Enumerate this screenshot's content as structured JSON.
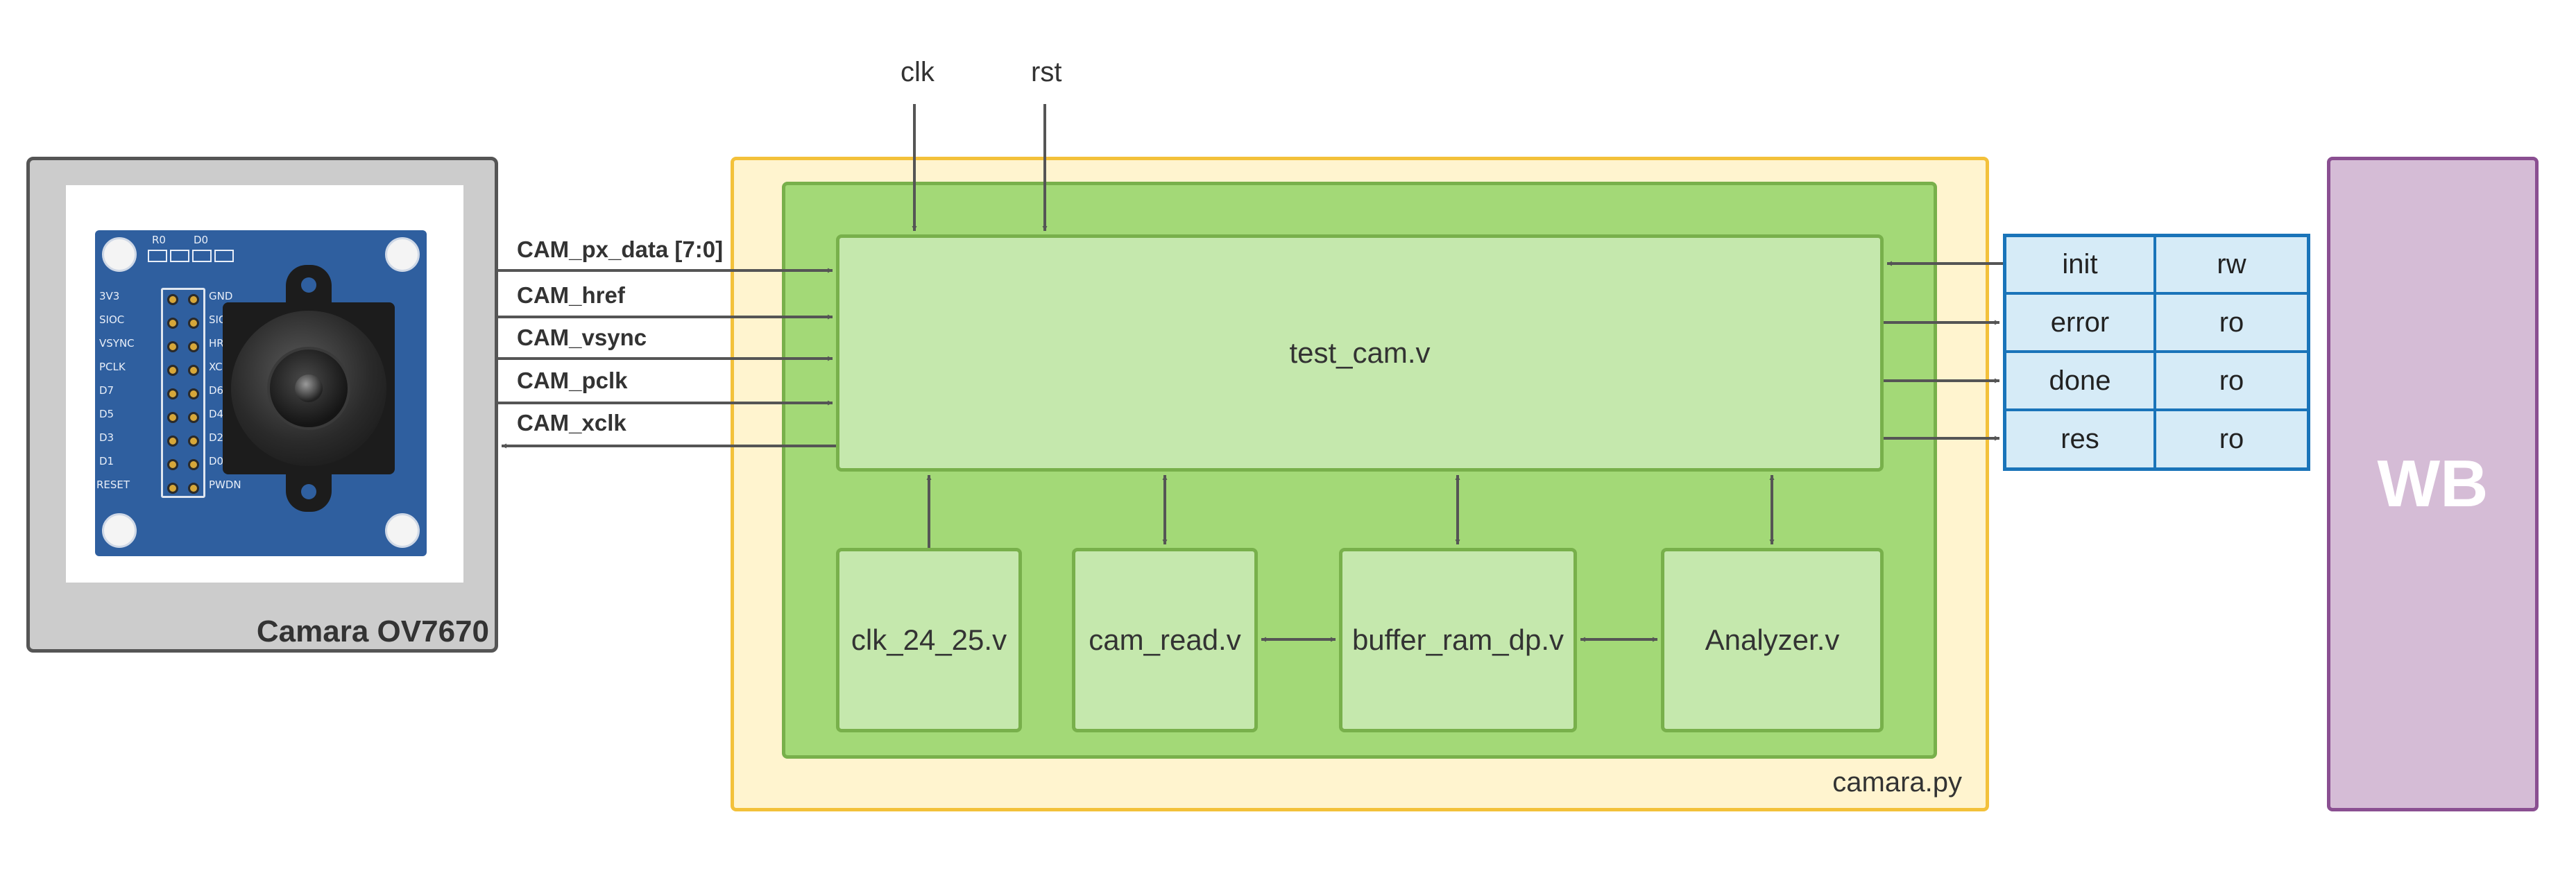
{
  "camera": {
    "title": "Camara OV7670",
    "silkscreen": {
      "top_pins": [
        "R0",
        "D0"
      ],
      "left_pins": [
        "3V3",
        "SIOC",
        "VSYNC",
        "PCLK",
        "D7",
        "D5",
        "D3",
        "D1",
        "RESET"
      ],
      "right_pins": [
        "GND",
        "SIOD",
        "HREF",
        "XCLK",
        "D6",
        "D4",
        "D2",
        "D0",
        "PWDN"
      ]
    }
  },
  "signals": {
    "px_data": "CAM_px_data [7:0]",
    "href": "CAM_href",
    "vsync": "CAM_vsync",
    "pclk": "CAM_pclk",
    "xclk": "CAM_xclk"
  },
  "inputs": {
    "clk": "clk",
    "rst": "rst"
  },
  "container": {
    "label": "camara.py"
  },
  "modules": {
    "test_cam": "test_cam.v",
    "clk": "clk_24_25.v",
    "cam_read": "cam_read.v",
    "buffer": "buffer_ram_dp.v",
    "analyzer": "Analyzer.v"
  },
  "registers": [
    {
      "name": "init",
      "access": "rw"
    },
    {
      "name": "error",
      "access": "ro"
    },
    {
      "name": "done",
      "access": "ro"
    },
    {
      "name": "res",
      "access": "ro"
    }
  ],
  "bus": {
    "label": "WB"
  },
  "colors": {
    "container_fill": "#fff4cf",
    "container_border": "#f3c13a",
    "green_fill": "#a3d977",
    "module_fill": "#c5e8ad",
    "register_border": "#1a74b9",
    "register_fill": "#d6ebf7",
    "wb_fill": "#d5bcd6",
    "wb_border": "#8a4f91"
  }
}
